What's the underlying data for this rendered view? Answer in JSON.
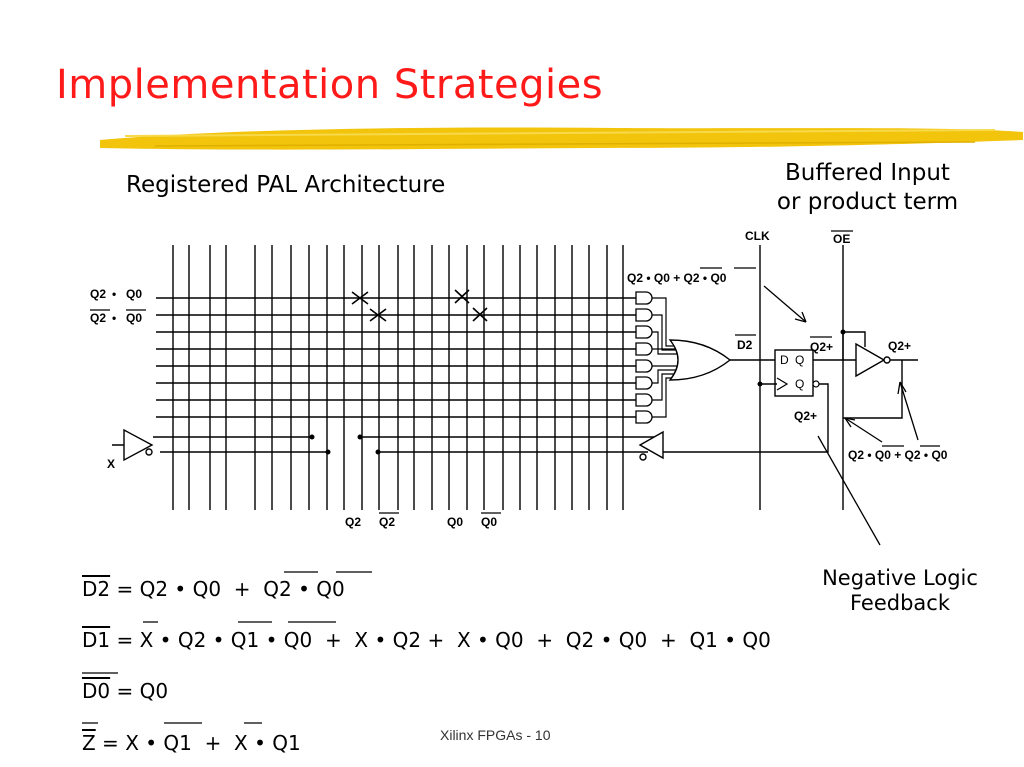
{
  "slide": {
    "title": "Implementation Strategies",
    "accent_color": "#ff1a1a",
    "brush_color": "#f2c40c",
    "heading_left": "Registered PAL Architecture",
    "heading_right_line1": "Buffered Input",
    "heading_right_line2": "or product term",
    "footer": "Xilinx FPGAs - 10"
  },
  "diagram": {
    "input_rows": [
      {
        "a": "Q2",
        "op": " • ",
        "b": "Q0",
        "a_bar": false,
        "b_bar": false
      },
      {
        "a": "Q2",
        "op": " • ",
        "b": "Q0",
        "a_bar": true,
        "b_bar": true
      }
    ],
    "input_x": "X",
    "column_labels": [
      {
        "text": "Q2",
        "bar": false
      },
      {
        "text": "Q2",
        "bar": true
      },
      {
        "text": "Q0",
        "bar": false
      },
      {
        "text": "Q0",
        "bar": true
      }
    ],
    "sum_top": "Q2 • Q0 + Q2 • Q0",
    "sum_bottom": "Q2 • Q0 + Q2 • Q0",
    "clk": "CLK",
    "oe": "OE",
    "d2": "D2",
    "ff_d": "D",
    "ff_q": "Q",
    "ff_qn": "Q",
    "q2plus_top": "Q2+",
    "q2plus_out": "Q2+",
    "q2plus_fb": "Q2+",
    "negative_logic_line1": "Negative Logic",
    "negative_logic_line2": "Feedback"
  },
  "equations": [
    {
      "lhs": "D2",
      "rhs": "Q2 • Q0  +  Q2 • Q0"
    },
    {
      "lhs": "D1",
      "rhs": "X • Q2 • Q1 • Q0  +  X • Q2 +  X • Q0  +  Q2 • Q0  +  Q1 • Q0"
    },
    {
      "lhs": "D0",
      "rhs": "Q0"
    },
    {
      "lhs": "Z",
      "rhs": "X • Q1  +  X • Q1"
    }
  ]
}
